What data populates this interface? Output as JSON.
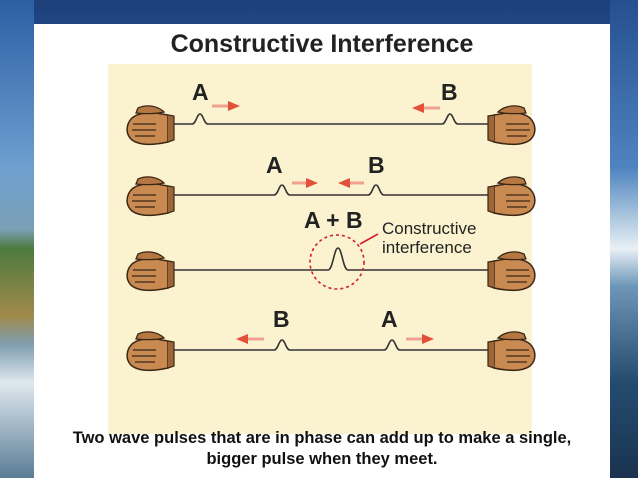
{
  "slide": {
    "title": "Constructive Interference",
    "caption_line1": "Two wave pulses that are in phase can add up to make a single,",
    "caption_line2": "bigger pulse when they meet."
  },
  "diagram": {
    "row1": {
      "left_label": "A",
      "right_label": "B"
    },
    "row2": {
      "left_label": "A",
      "right_label": "B"
    },
    "row3": {
      "sum_label": "A + B",
      "annotation_line1": "Constructive",
      "annotation_line2": "interference"
    },
    "row4": {
      "left_label": "B",
      "right_label": "A"
    },
    "colors": {
      "arrow": "#e2503a",
      "highlight_circle": "#d0202a",
      "rope": "#333333",
      "hand": "#c98a52",
      "panel": "#fbf3cf"
    }
  }
}
